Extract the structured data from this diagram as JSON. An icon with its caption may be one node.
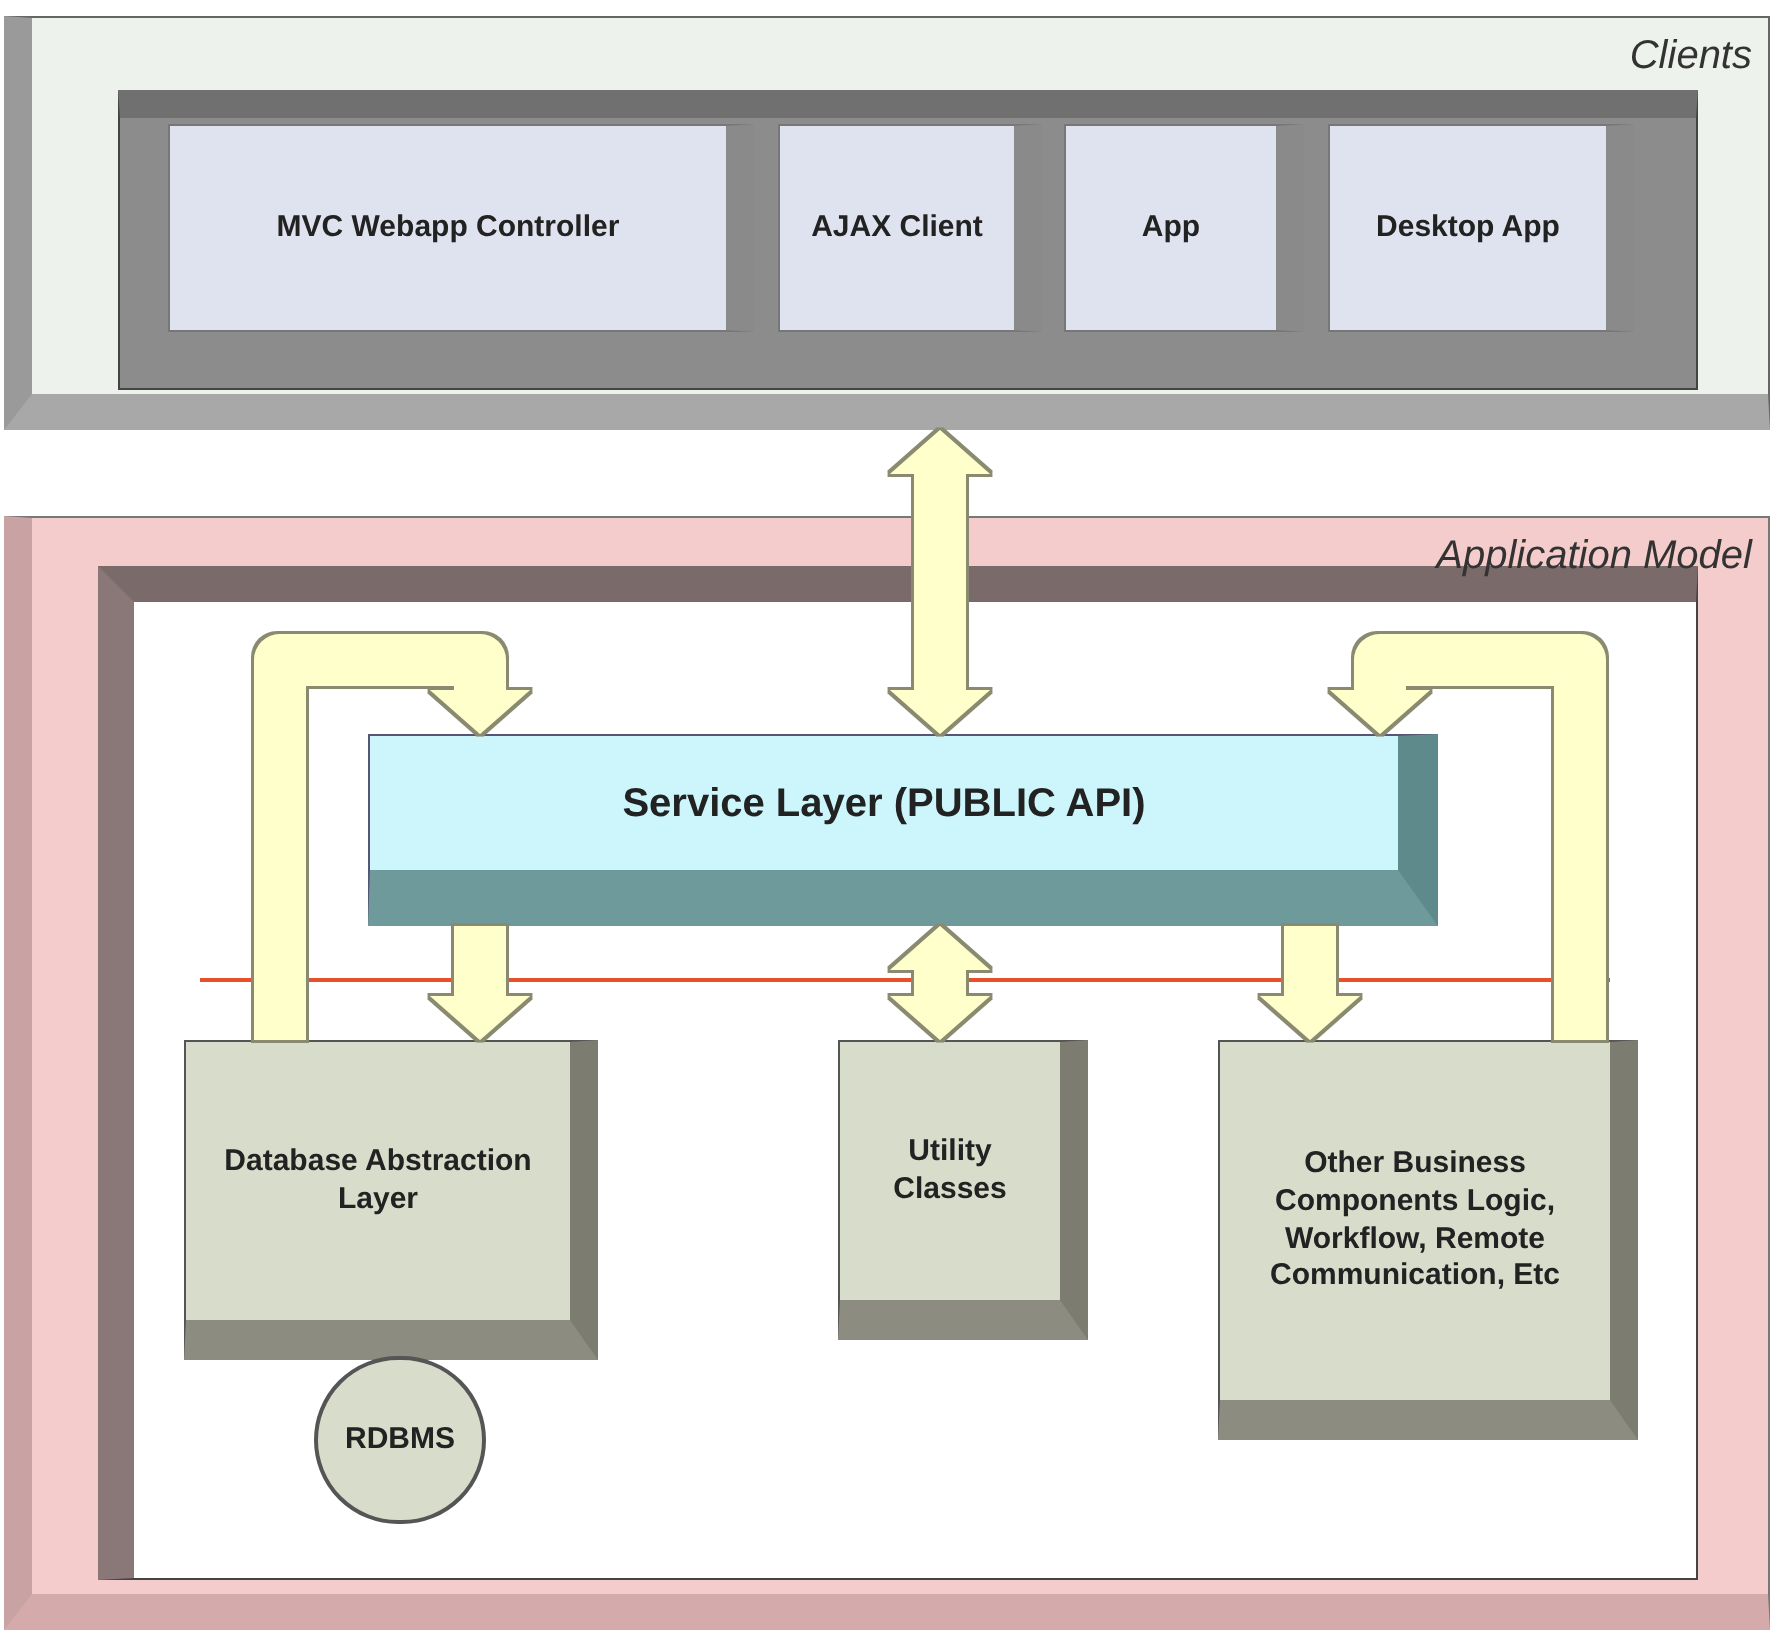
{
  "diagram": {
    "nodes": [
      {
        "text": [
          "Clients"
        ]
      },
      {
        "text": [
          "MVC Webapp Controller"
        ],
        "in": 0
      },
      {
        "text": [
          "AJAX Client"
        ],
        "in": 0
      },
      {
        "text": [
          "App"
        ],
        "in": 0
      },
      {
        "text": [
          "Desktop App"
        ],
        "in": 0
      },
      {
        "text": [
          "Application Model"
        ]
      },
      {
        "text": [
          "Service Layer (PUBLIC API)"
        ],
        "in": 5
      },
      {
        "text": [
          "Database Abstraction Layer"
        ],
        "in": 5
      },
      {
        "text": [
          "RDBMS"
        ],
        "in": 5
      },
      {
        "text": [
          "Utility Classes"
        ],
        "in": 5
      },
      {
        "text": [
          "Other Business Components Logic, Workflow, Remote Communication, Etc"
        ],
        "in": 5
      }
    ],
    "edges": [
      {
        "from": 0,
        "to": 6,
        "arrow": "both"
      },
      {
        "from": 7,
        "to": 6,
        "arrow": "to"
      },
      {
        "from": 6,
        "to": 7,
        "arrow": "to"
      },
      {
        "from": 6,
        "to": 9,
        "arrow": "both"
      },
      {
        "from": 6,
        "to": 10,
        "arrow": "to"
      },
      {
        "from": 10,
        "to": 6,
        "arrow": "to"
      }
    ]
  }
}
